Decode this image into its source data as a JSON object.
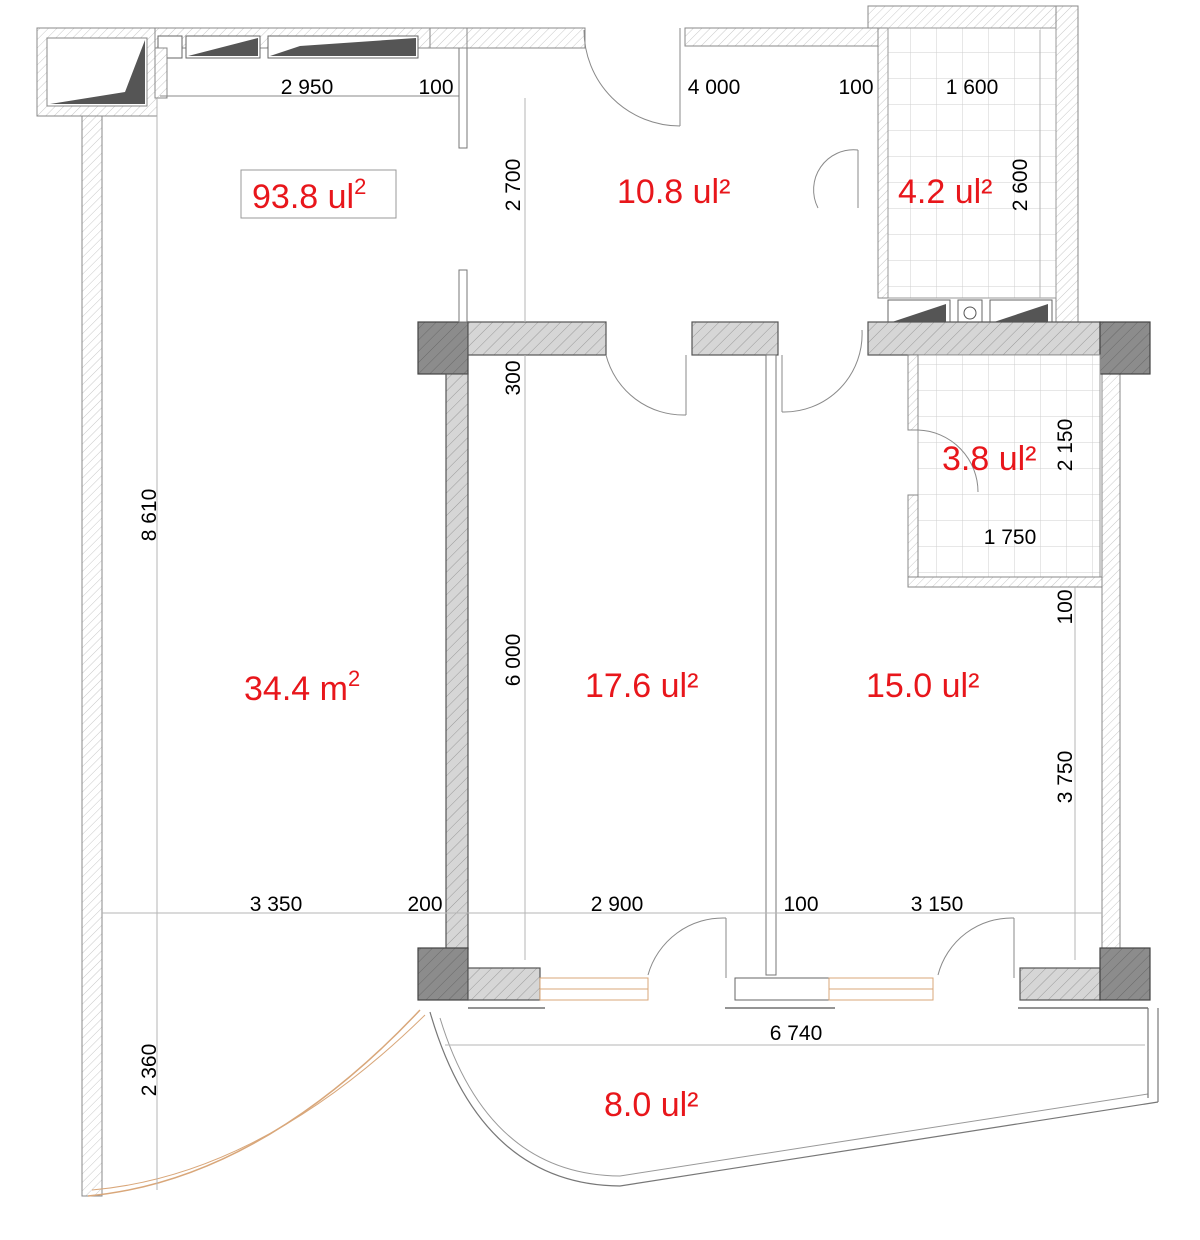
{
  "total_area": {
    "value": "93.8 ",
    "unit": "ul",
    "sup": "2"
  },
  "rooms": [
    {
      "id": "living",
      "area": "34.4 m",
      "sup": "2"
    },
    {
      "id": "hall",
      "area": "10.8 ",
      "unit_glyph": "ul²"
    },
    {
      "id": "bathroom-1",
      "area": "4.2 ",
      "unit_glyph": "ul²"
    },
    {
      "id": "bathroom-2",
      "area": "3.8 ",
      "unit_glyph": "ul²"
    },
    {
      "id": "bedroom-1",
      "area": "17.6 ",
      "unit_glyph": "ul²"
    },
    {
      "id": "bedroom-2",
      "area": "15.0 ",
      "unit_glyph": "ul²"
    },
    {
      "id": "balcony",
      "area": "8.0 ",
      "unit_glyph": "ul²"
    }
  ],
  "dimensions": {
    "top_living_width": "2 950",
    "top_wall_1": "100",
    "top_hall_width": "4 000",
    "top_wall_2": "100",
    "top_bath_width": "1 600",
    "hall_depth": "2 700",
    "bath1_depth": "2 600",
    "living_depth": "8 610",
    "wall_thickness": "300",
    "bath2_depth": "2 150",
    "bath2_width": "1 750",
    "bath2_wall": "100",
    "bedroom_depth": "6 000",
    "bedroom2_depth": "3 750",
    "bottom_living_width": "3 350",
    "bottom_wall_1": "200",
    "bottom_bed1_width": "2 900",
    "bottom_wall_2": "100",
    "bottom_bed2_width": "3 150",
    "balcony_width": "6 740",
    "balcony_depth": "2 360"
  }
}
